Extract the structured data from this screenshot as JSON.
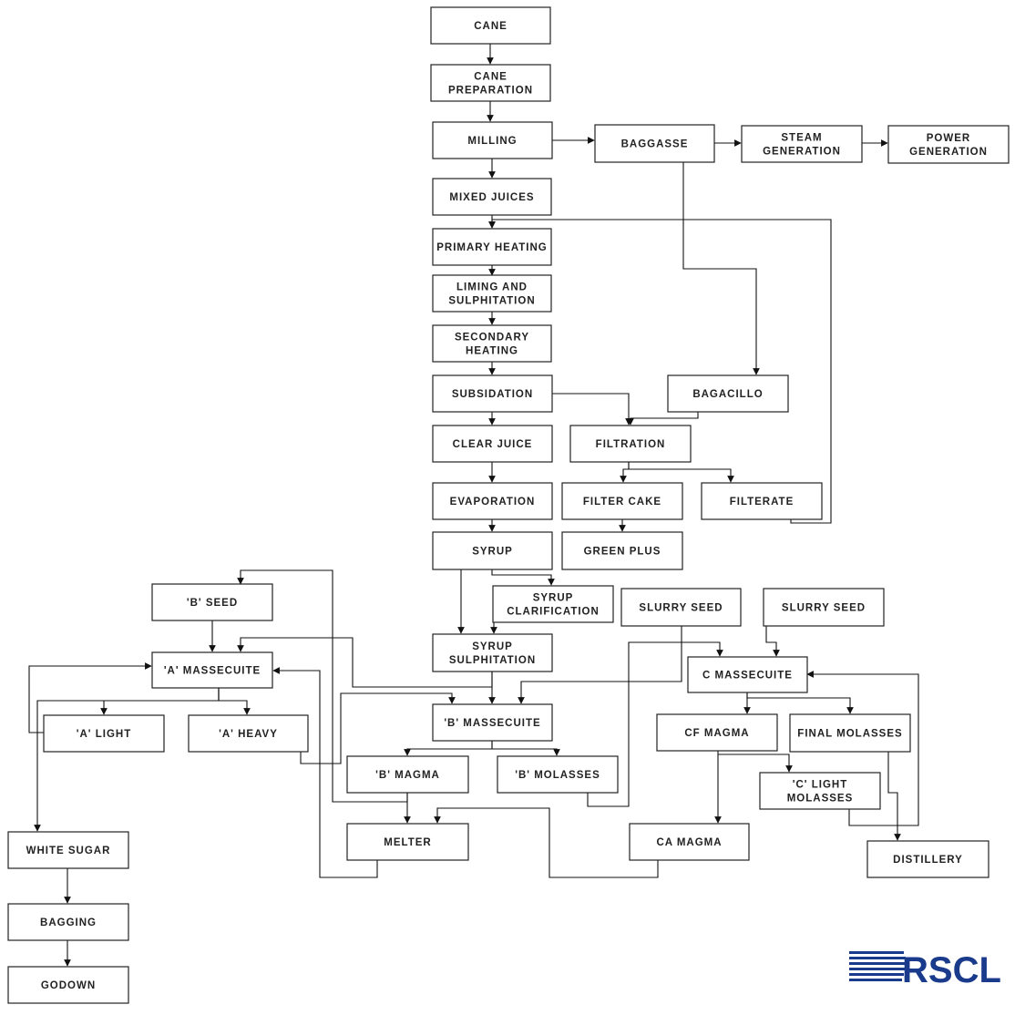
{
  "nodes": {
    "cane": [
      "CANE"
    ],
    "cane_prep": [
      "CANE",
      "PREPARATION"
    ],
    "milling": [
      "MILLING"
    ],
    "baggasse": [
      "BAGGASSE"
    ],
    "steam_gen": [
      "STEAM",
      "GENERATION"
    ],
    "power_gen": [
      "POWER",
      "GENERATION"
    ],
    "mixed_juices": [
      "MIXED JUICES"
    ],
    "primary_heating": [
      "PRIMARY HEATING"
    ],
    "liming": [
      "LIMING AND",
      "SULPHITATION"
    ],
    "secondary_heating": [
      "SECONDARY",
      "HEATING"
    ],
    "subsidation": [
      "SUBSIDATION"
    ],
    "bagacillo": [
      "BAGACILLO"
    ],
    "clear_juice": [
      "CLEAR JUICE"
    ],
    "filtration": [
      "FILTRATION"
    ],
    "evaporation": [
      "EVAPORATION"
    ],
    "filter_cake": [
      "FILTER CAKE"
    ],
    "filterate": [
      "FILTERATE"
    ],
    "syrup": [
      "SYRUP"
    ],
    "green_plus": [
      "GREEN PLUS"
    ],
    "syrup_clarification": [
      "SYRUP",
      "CLARIFICATION"
    ],
    "slurry_seed_1": [
      "SLURRY SEED"
    ],
    "slurry_seed_2": [
      "SLURRY SEED"
    ],
    "b_seed": [
      "'B' SEED"
    ],
    "syrup_sulphitation": [
      "SYRUP",
      "SULPHITATION"
    ],
    "a_massecuite": [
      "'A' MASSECUITE"
    ],
    "c_massecuite": [
      "C MASSECUITE"
    ],
    "b_massecuite": [
      "'B' MASSECUITE"
    ],
    "a_light": [
      "'A' LIGHT"
    ],
    "a_heavy": [
      "'A' HEAVY"
    ],
    "cf_magma": [
      "CF MAGMA"
    ],
    "final_molasses": [
      "FINAL MOLASSES"
    ],
    "b_magma": [
      "'B' MAGMA"
    ],
    "b_molasses": [
      "'B' MOLASSES"
    ],
    "c_light_molasses": [
      "'C' LIGHT",
      "MOLASSES"
    ],
    "white_sugar": [
      "WHITE SUGAR"
    ],
    "melter": [
      "MELTER"
    ],
    "ca_magma": [
      "CA MAGMA"
    ],
    "distillery": [
      "DISTILLERY"
    ],
    "bagging": [
      "BAGGING"
    ],
    "godown": [
      "GODOWN"
    ]
  },
  "logo": {
    "text": "RSCL",
    "color": "#1a3a8c"
  }
}
